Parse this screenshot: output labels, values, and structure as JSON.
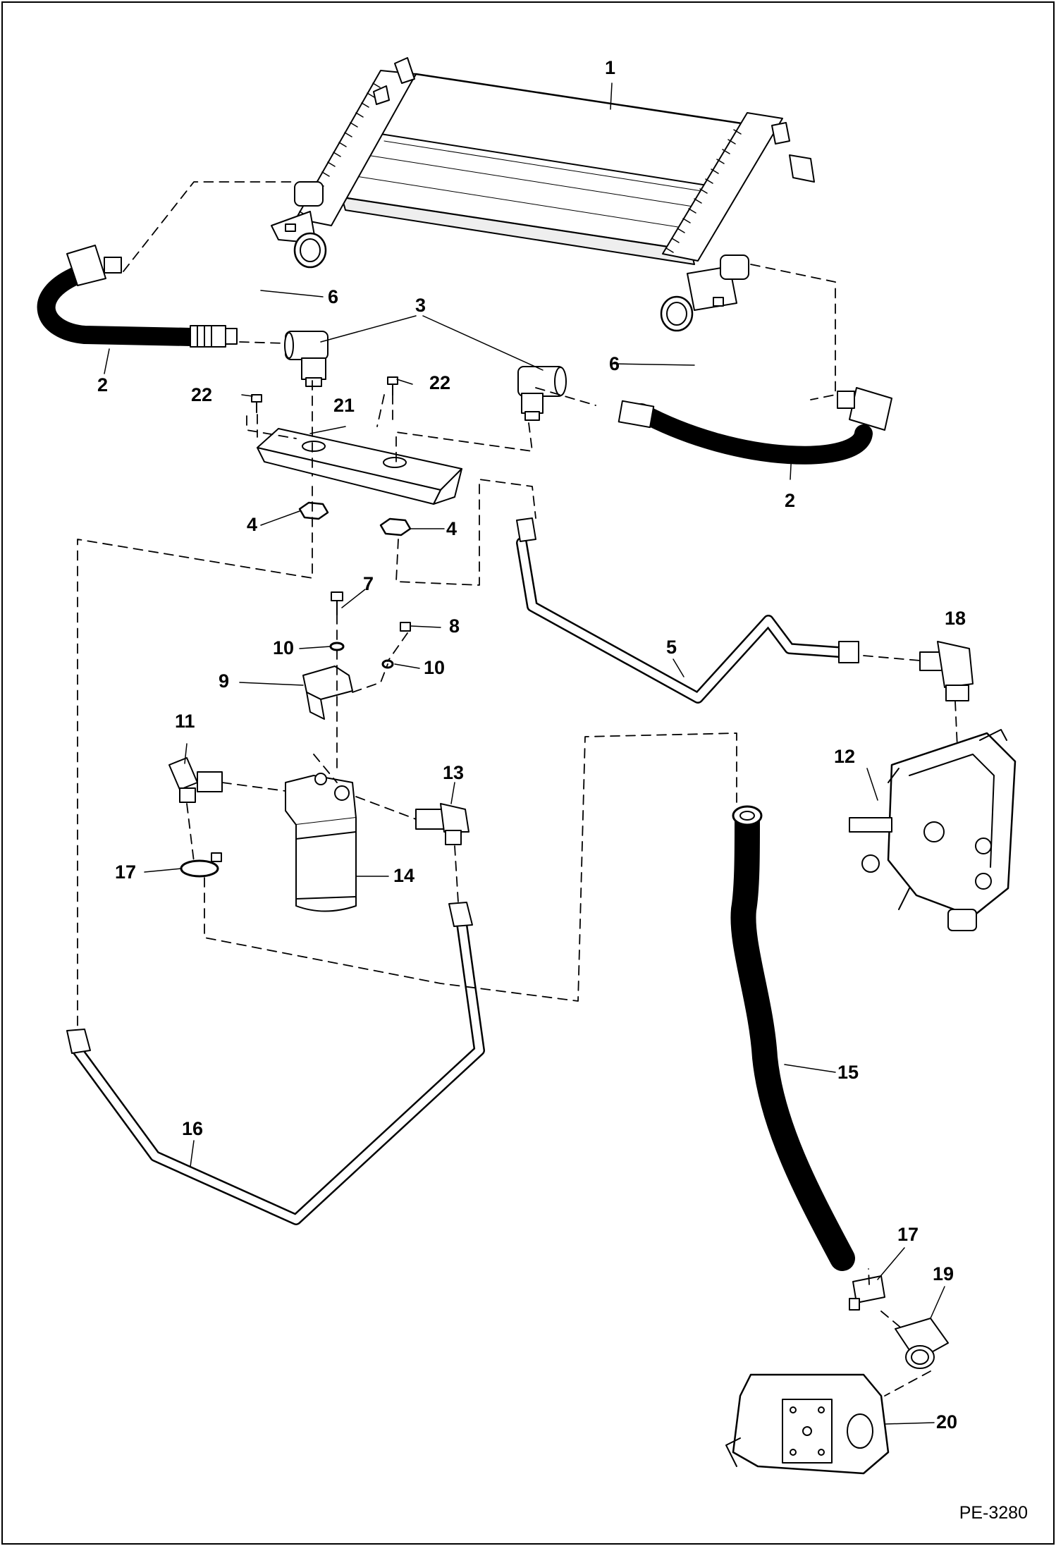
{
  "figure_code": "PE-3280",
  "callouts": [
    {
      "id": "c1",
      "label": "1"
    },
    {
      "id": "c2a",
      "label": "2"
    },
    {
      "id": "c2b",
      "label": "2"
    },
    {
      "id": "c3",
      "label": "3"
    },
    {
      "id": "c4a",
      "label": "4"
    },
    {
      "id": "c4b",
      "label": "4"
    },
    {
      "id": "c5",
      "label": "5"
    },
    {
      "id": "c6a",
      "label": "6"
    },
    {
      "id": "c6b",
      "label": "6"
    },
    {
      "id": "c7",
      "label": "7"
    },
    {
      "id": "c8",
      "label": "8"
    },
    {
      "id": "c9",
      "label": "9"
    },
    {
      "id": "c10a",
      "label": "10"
    },
    {
      "id": "c10b",
      "label": "10"
    },
    {
      "id": "c11",
      "label": "11"
    },
    {
      "id": "c12",
      "label": "12"
    },
    {
      "id": "c13",
      "label": "13"
    },
    {
      "id": "c14",
      "label": "14"
    },
    {
      "id": "c15",
      "label": "15"
    },
    {
      "id": "c16",
      "label": "16"
    },
    {
      "id": "c17a",
      "label": "17"
    },
    {
      "id": "c17b",
      "label": "17"
    },
    {
      "id": "c18",
      "label": "18"
    },
    {
      "id": "c19",
      "label": "19"
    },
    {
      "id": "c20",
      "label": "20"
    },
    {
      "id": "c21",
      "label": "21"
    },
    {
      "id": "c22a",
      "label": "22"
    },
    {
      "id": "c22b",
      "label": "22"
    }
  ]
}
